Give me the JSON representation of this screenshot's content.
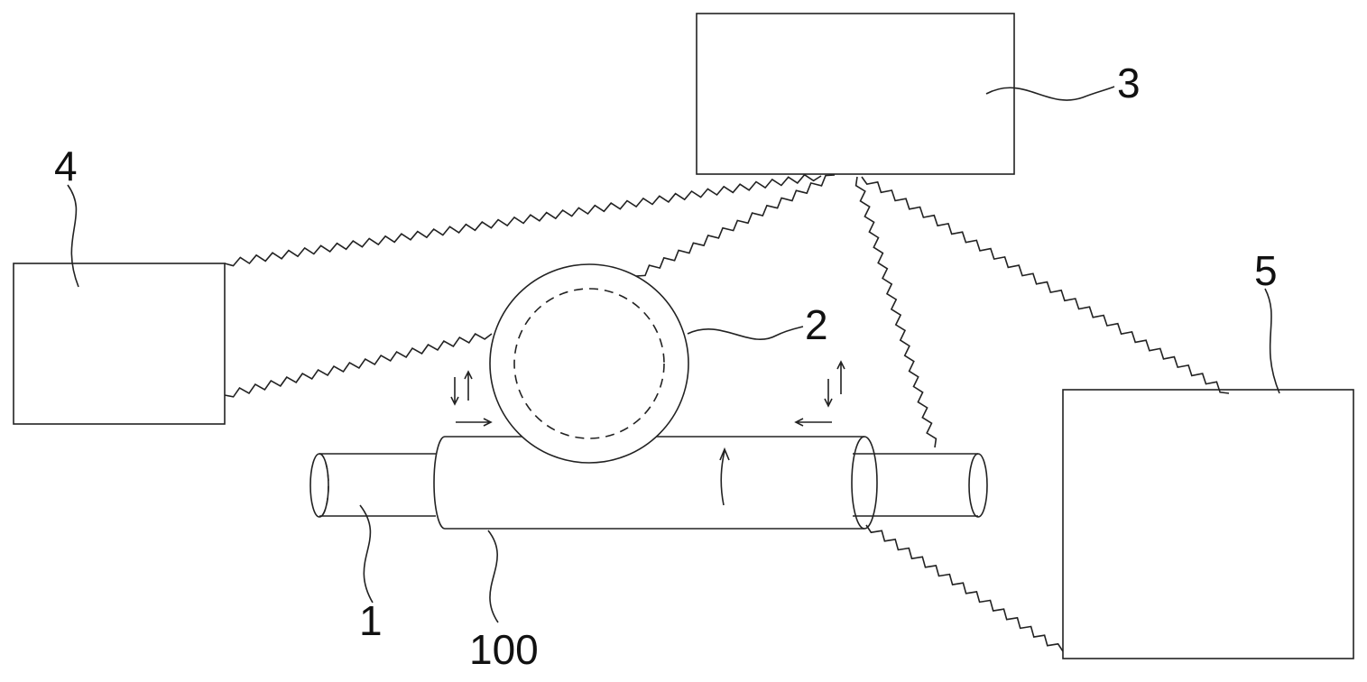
{
  "labels": {
    "part_1": "1",
    "part_2": "2",
    "part_3": "3",
    "part_4": "4",
    "part_5": "5",
    "part_100": "100"
  },
  "colors": {
    "line": "#222222",
    "background": "#ffffff"
  }
}
